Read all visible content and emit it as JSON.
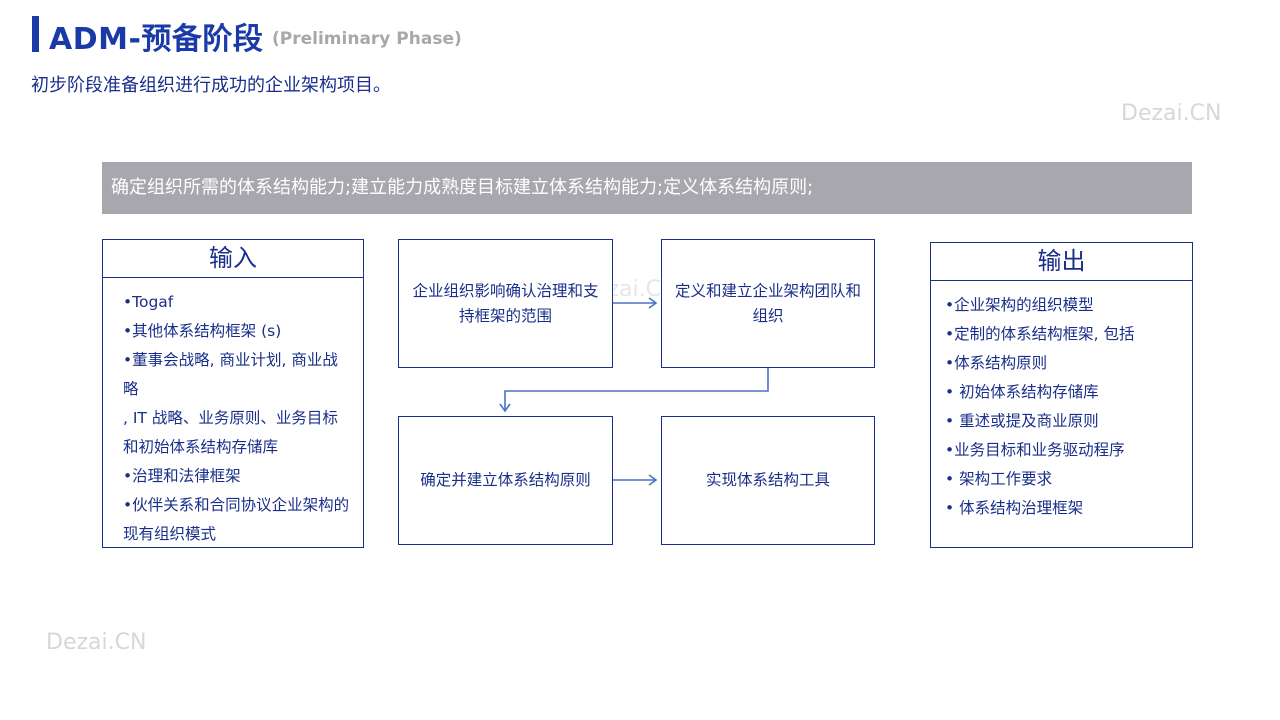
{
  "header": {
    "title": "ADM-预备阶段",
    "subtitle": "(Preliminary Phase)",
    "intro": "初步阶段准备组织进行成功的企业架构项目。"
  },
  "watermarks": [
    "Dezai.CN",
    "Dezai.CN",
    "Dezai.CN"
  ],
  "banner": {
    "text": "确定组织所需的体系结构能力;建立能力成熟度目标建立体系结构能力;定义体系结构原则;"
  },
  "input_panel": {
    "heading": "输入",
    "items": [
      "•Togaf",
      "•其他体系结构框架 (s)",
      "•董事会战略, 商业计划, 商业战略",
      ", IT 战略、业务原则、业务目标",
      "和初始体系结构存储库",
      "•治理和法律框架",
      "•伙伴关系和合同协议企业架构的",
      "现有组织模式"
    ]
  },
  "process": {
    "step1": "企业组织影响确认治理和支持框架的范围",
    "step2": "定义和建立企业架构团队和组织",
    "step3": "确定并建立体系结构原则",
    "step4": "实现体系结构工具"
  },
  "output_panel": {
    "heading": "输出",
    "items": [
      "•企业架构的组织模型",
      "•定制的体系结构框架, 包括",
      "•体系结构原则",
      "• 初始体系结构存储库",
      "• 重述或提及商业原则",
      "•业务目标和业务驱动程序",
      "• 架构工作要求",
      "• 体系结构治理框架"
    ]
  },
  "colors": {
    "accent": "#1a3aa8",
    "text": "#1a2f8a",
    "banner_bg": "#a7a7ad",
    "arrow": "#4a72c4",
    "watermark": "#d7d7d7"
  }
}
